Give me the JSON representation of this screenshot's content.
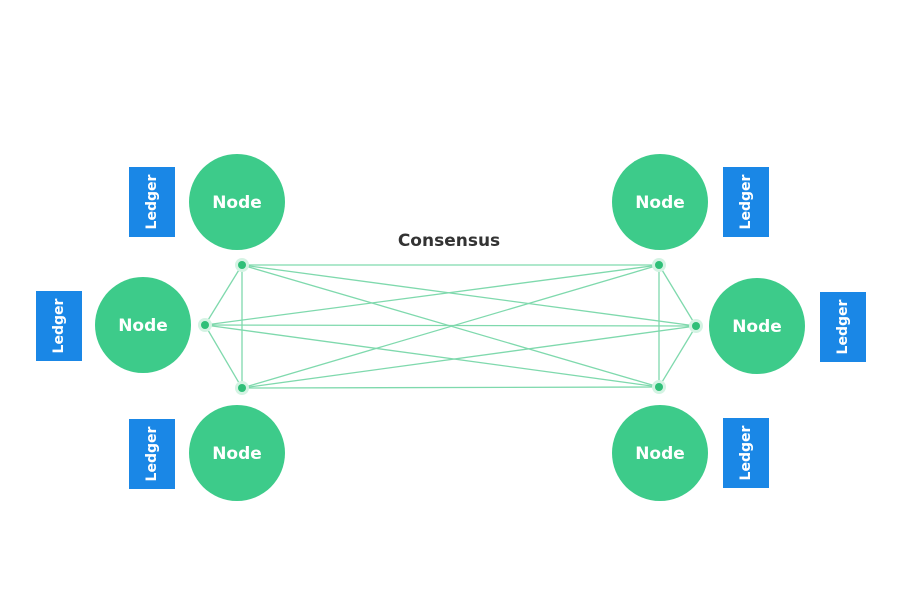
{
  "title": "Consensus",
  "node_label": "Node",
  "ledger_label": "Ledger",
  "colors": {
    "node": "#3dcb8a",
    "ledger": "#1a87e6",
    "line": "#7fd9ad",
    "dot": "#2fbf78",
    "title": "#333333"
  },
  "nodes": [
    {
      "id": "node-left-top",
      "label": "Node",
      "ledger": "Ledger"
    },
    {
      "id": "node-left-middle",
      "label": "Node",
      "ledger": "Ledger"
    },
    {
      "id": "node-left-bottom",
      "label": "Node",
      "ledger": "Ledger"
    },
    {
      "id": "node-right-top",
      "label": "Node",
      "ledger": "Ledger"
    },
    {
      "id": "node-right-middle",
      "label": "Node",
      "ledger": "Ledger"
    },
    {
      "id": "node-right-bottom",
      "label": "Node",
      "ledger": "Ledger"
    }
  ]
}
